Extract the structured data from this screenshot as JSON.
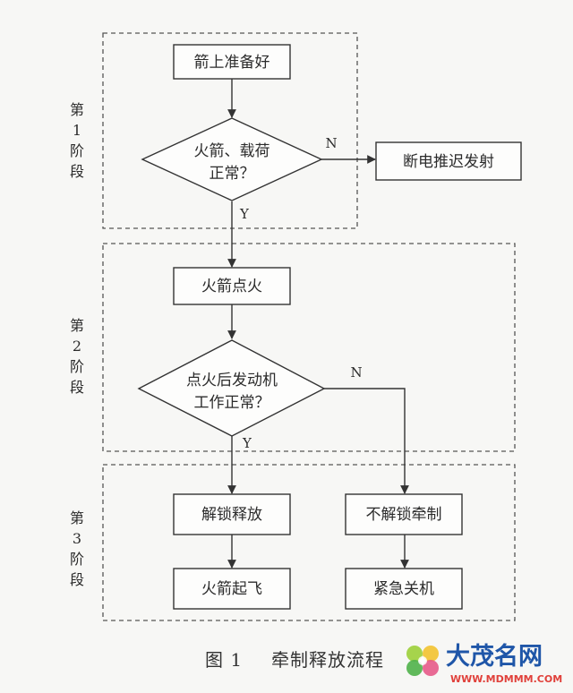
{
  "stages": [
    {
      "lines": [
        "第",
        "1",
        "阶",
        "段"
      ]
    },
    {
      "lines": [
        "第",
        "2",
        "阶",
        "段"
      ]
    },
    {
      "lines": [
        "第",
        "3",
        "阶",
        "段"
      ]
    }
  ],
  "nodes": {
    "rocket_ready": "箭上准备好",
    "check_rocket_payload": [
      "火箭、载荷",
      "正常？"
    ],
    "power_off_delay": "断电推迟发射",
    "ignite": "火箭点火",
    "check_engine": [
      "点火后发动机",
      "工作正常？"
    ],
    "unlock_release": "解锁释放",
    "liftoff": "火箭起飞",
    "no_unlock_hold": "不解锁牵制",
    "emergency_shutdown": "紧急关机"
  },
  "branch_labels": {
    "yes": "Y",
    "no": "N"
  },
  "caption": {
    "figure": "图 1",
    "title": "牵制释放流程"
  },
  "watermark": {
    "text": "大茂名网",
    "url": "WWW.MDMMM.COM"
  },
  "colors": {
    "line": "#333333",
    "watermark_blue": "#1f56a8",
    "watermark_red": "#e0403a"
  }
}
